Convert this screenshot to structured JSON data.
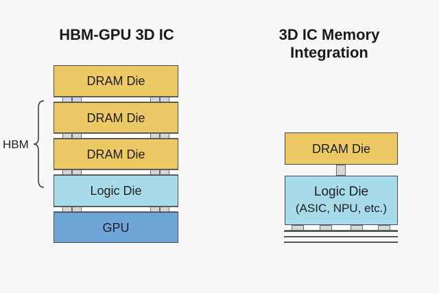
{
  "left": {
    "title": "HBM-GPU 3D IC",
    "bracket_label": "HBM",
    "dies": [
      {
        "type": "dram",
        "label": "DRAM Die"
      },
      {
        "type": "dram",
        "label": "DRAM Die"
      },
      {
        "type": "dram",
        "label": "DRAM Die"
      },
      {
        "type": "logic",
        "label": "Logic Die"
      },
      {
        "type": "gpu",
        "label": "GPU"
      }
    ]
  },
  "right": {
    "title_line1": "3D IC Memory",
    "title_line2": "Integration",
    "dram": {
      "label": "DRAM Die"
    },
    "logic": {
      "label_line1": "Logic Die",
      "label_line2": "(ASIC, NPU, etc.)"
    }
  },
  "colors": {
    "dram": "#ecc964",
    "logic": "#a8dbea",
    "gpu": "#6ea6da",
    "bump": "#d6d6d6"
  }
}
